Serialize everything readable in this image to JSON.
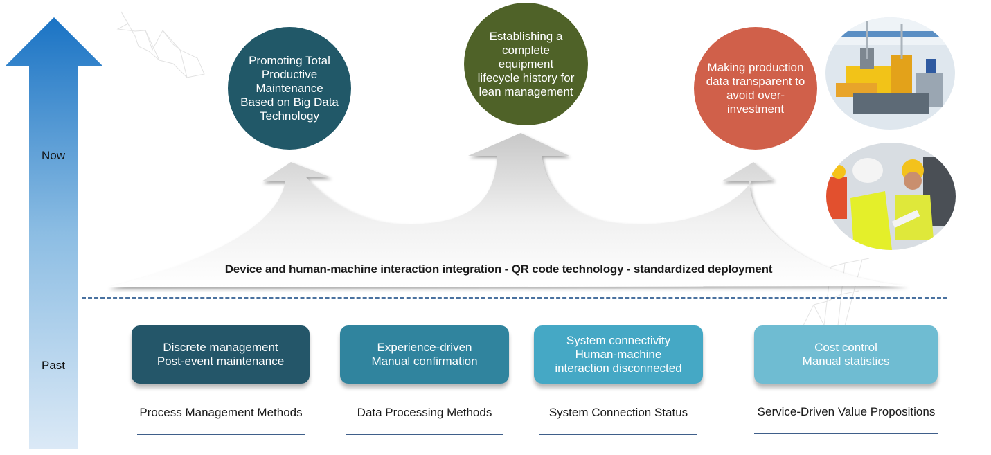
{
  "timeline": {
    "now_label": "Now",
    "past_label": "Past",
    "arrow_color_top": "#1a73c4",
    "arrow_color_bottom": "#d8e8f5"
  },
  "goals": [
    {
      "text": "Promoting Total Productive Maintenance Based on Big Data Technology",
      "color": "#215868"
    },
    {
      "text": "Establishing a complete equipment lifecycle history for lean management",
      "color": "#4f6228"
    },
    {
      "text": "Making production data transparent to avoid over-investment",
      "color": "#d0604a"
    }
  ],
  "photos": [
    {
      "subject": "factory-machinery-photo"
    },
    {
      "subject": "workers-in-safety-gear-photo"
    }
  ],
  "banner": "Device and human-machine interaction integration - QR code technology - standardized deployment",
  "past_states": [
    {
      "line1": "Discrete management",
      "line2": "Post-event maintenance",
      "caption": "Process Management Methods",
      "color": "#245669"
    },
    {
      "line1": "Experience-driven",
      "line2": "Manual confirmation",
      "caption": "Data Processing Methods",
      "color": "#30849e"
    },
    {
      "line1": "System connectivity",
      "line2": "Human-machine",
      "line3": "interaction disconnected",
      "caption": "System Connection Status",
      "color": "#45a8c5"
    },
    {
      "line1": "Cost control",
      "line2": "Manual statistics",
      "caption": "Service-Driven Value Propositions",
      "color": "#6fbcd2"
    }
  ]
}
